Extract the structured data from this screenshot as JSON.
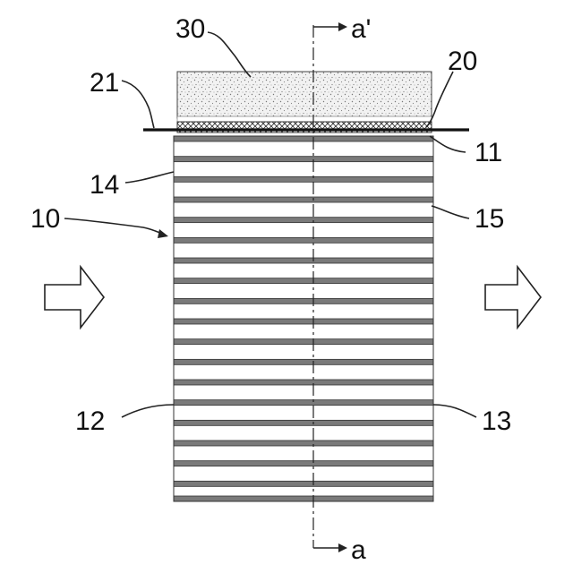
{
  "figure": {
    "labels": {
      "label_30": "30",
      "label_20": "20",
      "label_21": "21",
      "label_11": "11",
      "label_14": "14",
      "label_15": "15",
      "label_10": "10",
      "label_12": "12",
      "label_13": "13",
      "section_top": "a'",
      "section_bottom": "a"
    },
    "colors": {
      "plate_fill": "#7a7a7a",
      "block_fill": "#f0f0f0",
      "layer_fill": "#ffffff",
      "stroke": "#222222"
    },
    "plate_count": 18,
    "flow_arrows": [
      "inlet-arrow",
      "outlet-arrow"
    ]
  }
}
